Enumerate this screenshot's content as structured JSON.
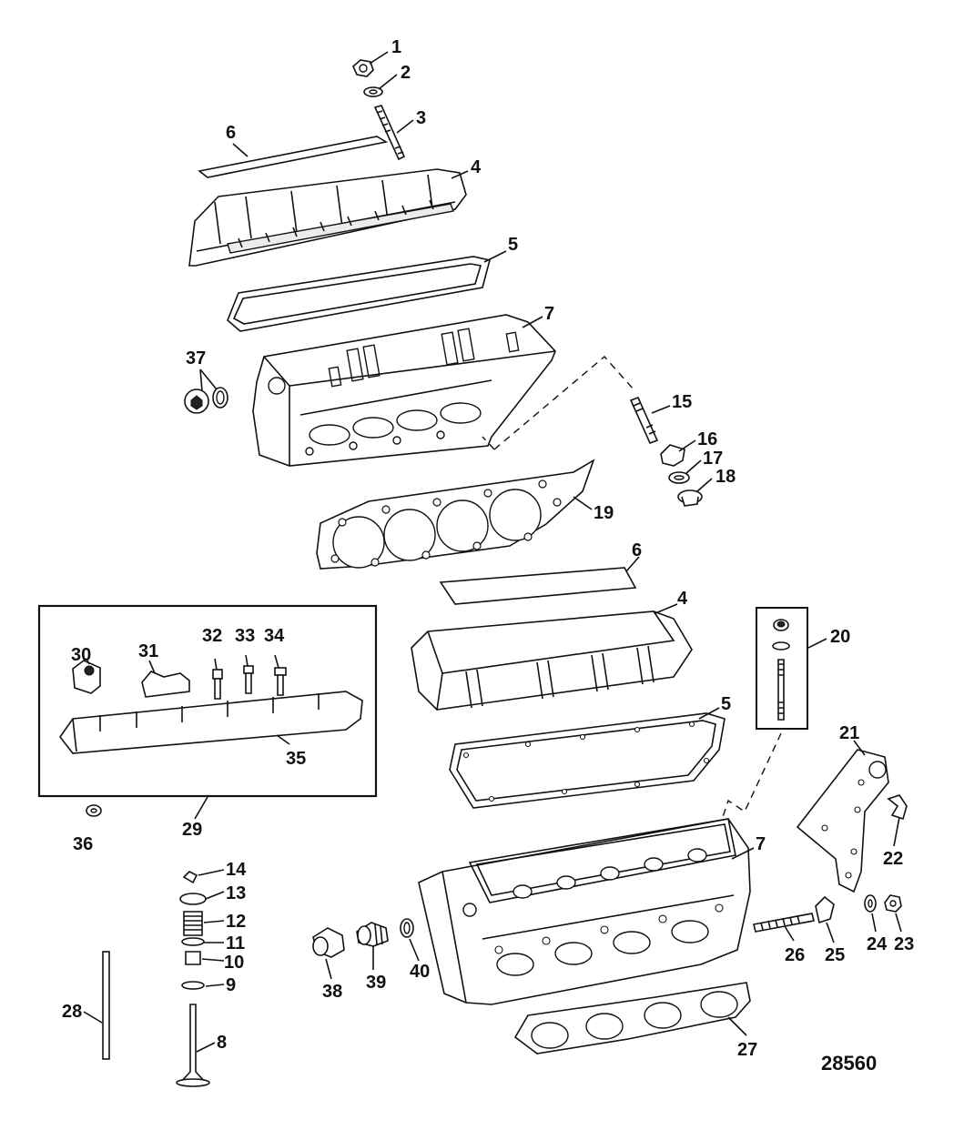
{
  "diagram": {
    "reference_number": "28560",
    "callouts": [
      "1",
      "2",
      "3",
      "4",
      "5",
      "6",
      "7",
      "8",
      "9",
      "10",
      "11",
      "12",
      "13",
      "14",
      "15",
      "16",
      "17",
      "18",
      "19",
      "20",
      "21",
      "22",
      "23",
      "24",
      "25",
      "26",
      "27",
      "28",
      "29",
      "30",
      "31",
      "32",
      "33",
      "34",
      "35",
      "36",
      "37",
      "38",
      "39",
      "40"
    ],
    "repeated_callouts": {
      "4b": "4",
      "5b": "5",
      "6b": "6",
      "7b": "7"
    }
  }
}
